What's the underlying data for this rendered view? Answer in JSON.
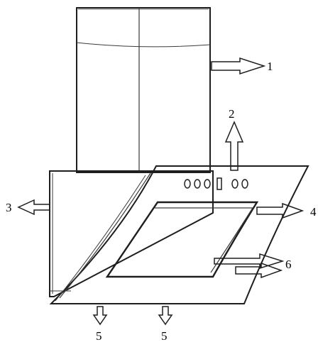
{
  "diagram": {
    "labels": {
      "l1": "1",
      "l2": "2",
      "l3": "3",
      "l4": "4",
      "l5a": "5",
      "l5b": "5",
      "l6": "6"
    },
    "colors": {
      "line": "#1e1e1e",
      "paper": "#ffffff"
    }
  }
}
